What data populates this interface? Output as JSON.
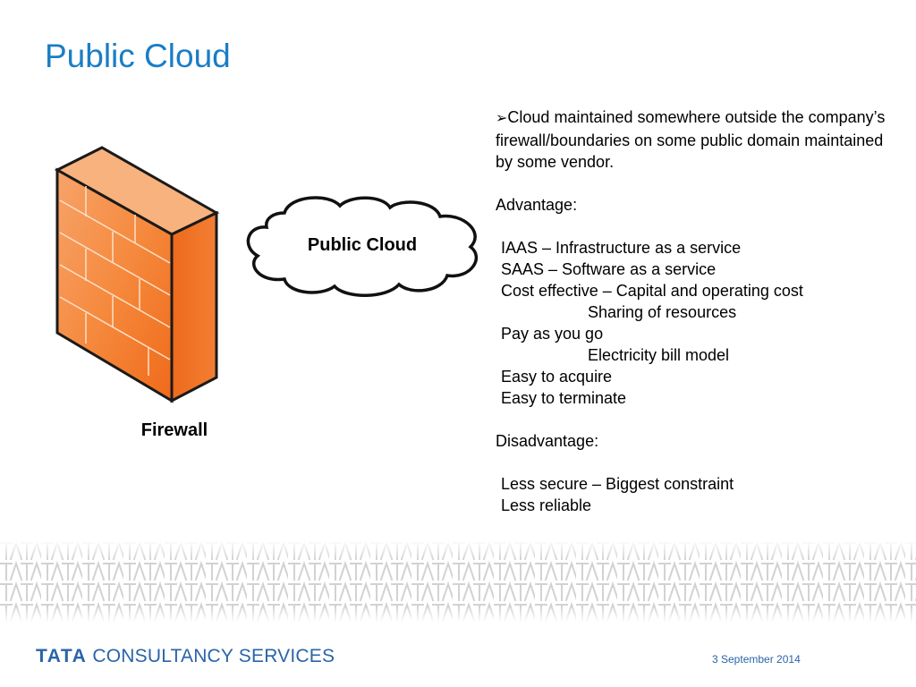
{
  "slide": {
    "title": "Public Cloud",
    "firewall_label": "Firewall",
    "cloud_label": "Public Cloud",
    "bullet_marker": "➢",
    "intro": "Cloud maintained somewhere outside the company’s firewall/boundaries on some public domain maintained by some vendor.",
    "advantage_heading": "Advantage:",
    "advantages": [
      "IAAS – Infrastructure as a service",
      "SAAS – Software as a service",
      "Cost effective – Capital and operating cost",
      "Sharing of resources",
      "Pay as you go",
      "Electricity bill model",
      "Easy to acquire",
      "Easy to terminate"
    ],
    "disadvantage_heading": "Disadvantage:",
    "disadvantages": [
      "Less secure – Biggest constraint",
      "Less reliable"
    ]
  },
  "footer": {
    "brand": "TATA",
    "company": "CONSULTANCY SERVICES",
    "date": "3 September 2014"
  },
  "colors": {
    "title": "#1a7dc6",
    "firewall": "#f26b1d",
    "brand": "#2a64a8"
  },
  "icons": {
    "firewall": "brick-firewall-icon",
    "cloud": "cloud-shape-icon"
  }
}
